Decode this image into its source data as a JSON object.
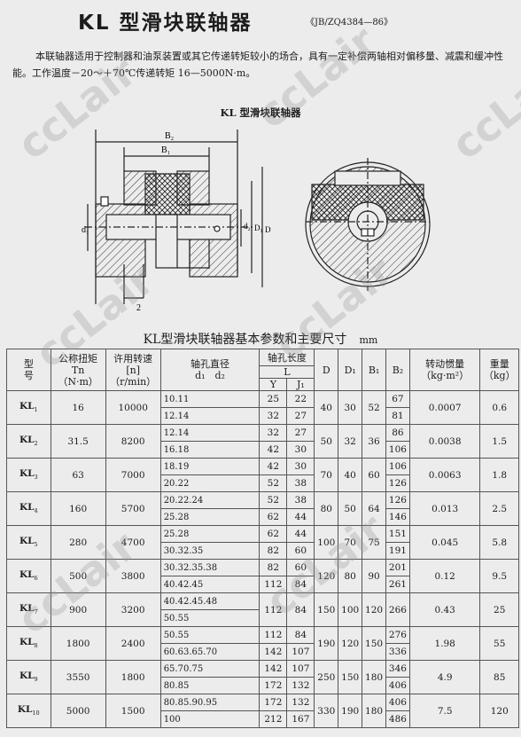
{
  "title": "KL 型滑块联轴器",
  "standard": "《JB/ZQ4384—86》",
  "description": "本联轴器适用于控制器和油泵装置或其它传递转矩较小的场合，具有一定补偿两轴相对偏移量、减震和缓冲性能。工作温度－20～＋70℃传递转矩 16—5000N·m。",
  "figure": {
    "title": "KL 型滑块联轴器",
    "labels": {
      "b2": "B₂",
      "b1": "B₁",
      "d1": "d₁",
      "d2": "d₂",
      "D1": "D₁",
      "D": "D",
      "two": "2"
    }
  },
  "table": {
    "title": "KL型滑块联轴器基本参数和主要尺寸",
    "unit": "mm",
    "headers": {
      "model": "型\n号",
      "torque": "公称扭矩\nTn\n（N·m）",
      "speed": "许用转速\n[n]\n（r/min）",
      "bore": "轴孔直径\nd₁　d₂",
      "len_group": "轴孔长度",
      "L": "L",
      "Y": "Y",
      "J1": "J₁",
      "D": "D",
      "D1": "D₁",
      "B1": "B₁",
      "B2": "B₂",
      "inertia": "转动惯量\n（kg·m²）",
      "weight": "重量\n（kg）"
    },
    "rows": [
      {
        "model": "KL",
        "sub": "1",
        "torque": "16",
        "speed": "10000",
        "D": "40",
        "D1": "30",
        "B1": "52",
        "inertia": "0.0007",
        "weight": "0.6",
        "sub_rows": [
          {
            "bore": "10.11",
            "Y": "25",
            "J1": "22",
            "B2": "67"
          },
          {
            "bore": "12.14",
            "Y": "32",
            "J1": "27",
            "B2": "81"
          }
        ]
      },
      {
        "model": "KL",
        "sub": "2",
        "torque": "31.5",
        "speed": "8200",
        "D": "50",
        "D1": "32",
        "B1": "36",
        "inertia": "0.0038",
        "weight": "1.5",
        "sub_rows": [
          {
            "bore": "12.14",
            "Y": "32",
            "J1": "27",
            "B2": "86"
          },
          {
            "bore": "16.18",
            "Y": "42",
            "J1": "30",
            "B2": "106"
          }
        ]
      },
      {
        "model": "KL",
        "sub": "3",
        "torque": "63",
        "speed": "7000",
        "D": "70",
        "D1": "40",
        "B1": "60",
        "inertia": "0.0063",
        "weight": "1.8",
        "sub_rows": [
          {
            "bore": "18.19",
            "Y": "42",
            "J1": "30",
            "B2": "106"
          },
          {
            "bore": "20.22",
            "Y": "52",
            "J1": "38",
            "B2": "126"
          }
        ]
      },
      {
        "model": "KL",
        "sub": "4",
        "torque": "160",
        "speed": "5700",
        "D": "80",
        "D1": "50",
        "B1": "64",
        "inertia": "0.013",
        "weight": "2.5",
        "sub_rows": [
          {
            "bore": "20.22.24",
            "Y": "52",
            "J1": "38",
            "B2": "126"
          },
          {
            "bore": "25.28",
            "Y": "62",
            "J1": "44",
            "B2": "146"
          }
        ]
      },
      {
        "model": "KL",
        "sub": "5",
        "torque": "280",
        "speed": "4700",
        "D": "100",
        "D1": "70",
        "B1": "75",
        "inertia": "0.045",
        "weight": "5.8",
        "sub_rows": [
          {
            "bore": "25.28",
            "Y": "62",
            "J1": "44",
            "B2": "151"
          },
          {
            "bore": "30.32.35",
            "Y": "82",
            "J1": "60",
            "B2": "191"
          }
        ]
      },
      {
        "model": "KL",
        "sub": "6",
        "torque": "500",
        "speed": "3800",
        "D": "120",
        "D1": "80",
        "B1": "90",
        "inertia": "0.12",
        "weight": "9.5",
        "sub_rows": [
          {
            "bore": "30.32.35.38",
            "Y": "82",
            "J1": "60",
            "B2": "201"
          },
          {
            "bore": "40.42.45",
            "Y": "112",
            "J1": "84",
            "B2": "261"
          }
        ]
      },
      {
        "model": "KL",
        "sub": "7",
        "torque": "900",
        "speed": "3200",
        "D": "150",
        "D1": "100",
        "B1": "120",
        "B2": "266",
        "inertia": "0.43",
        "weight": "25",
        "sub_rows": [
          {
            "bore": "40.42.45.48",
            "Y": "112",
            "J1": "84"
          },
          {
            "bore": "50.55"
          }
        ]
      },
      {
        "model": "KL",
        "sub": "8",
        "torque": "1800",
        "speed": "2400",
        "D": "190",
        "D1": "120",
        "B1": "150",
        "inertia": "1.98",
        "weight": "55",
        "sub_rows": [
          {
            "bore": "50.55",
            "Y": "112",
            "J1": "84",
            "B2": "276"
          },
          {
            "bore": "60.63.65.70",
            "Y": "142",
            "J1": "107",
            "B2": "336"
          }
        ]
      },
      {
        "model": "KL",
        "sub": "9",
        "torque": "3550",
        "speed": "1800",
        "D": "250",
        "D1": "150",
        "B1": "180",
        "inertia": "4.9",
        "weight": "85",
        "sub_rows": [
          {
            "bore": "65.70.75",
            "Y": "142",
            "J1": "107",
            "B2": "346"
          },
          {
            "bore": "80.85",
            "Y": "172",
            "J1": "132",
            "B2": "406"
          }
        ]
      },
      {
        "model": "KL",
        "sub": "10",
        "torque": "5000",
        "speed": "1500",
        "D": "330",
        "D1": "190",
        "B1": "180",
        "inertia": "7.5",
        "weight": "120",
        "sub_rows": [
          {
            "bore": "80.85.90.95",
            "Y": "172",
            "J1": "132",
            "B2": "406"
          },
          {
            "bore": "100",
            "Y": "212",
            "J1": "167",
            "B2": "486"
          }
        ]
      }
    ]
  },
  "watermark": "ccLair"
}
